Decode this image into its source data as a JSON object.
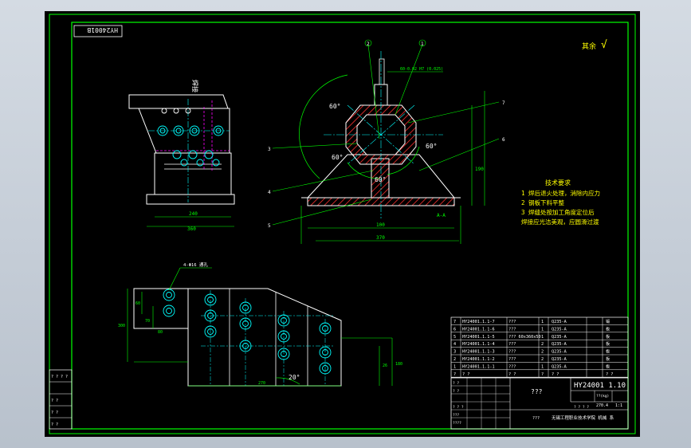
{
  "colors": {
    "background": "#000000",
    "frame": "#00ff00",
    "hatch": "#ff3030",
    "centerline": "#00ffff",
    "dimension": "#00ff00",
    "annotation": "#ffff00",
    "outline": "#ffffff",
    "hidden": "#ff00ff"
  },
  "drawing": {
    "top_code": "HY24001B",
    "finish_note": "其余",
    "finish_mark": "√",
    "tech_title": "技术要求",
    "tech_lines": [
      "1 焊后退火处理，消除内应力",
      "2 钢板下料平整",
      "3 焊缝处按加工角度定位后",
      "  焊接应光洁美观，应圆滑过渡"
    ],
    "front_view": {
      "angle_labels": [
        "60°",
        "60°",
        "60°",
        "60°"
      ],
      "dim_base": "370",
      "dim_inner": "100",
      "dim_height": "190",
      "tol_note": "60-0.02 H7 (0.025)",
      "callouts": [
        "1",
        "2",
        "3",
        "4",
        "5",
        "6",
        "7"
      ],
      "view_label": "A-A"
    },
    "side_view": {
      "section_label": "焊接",
      "dim_a": "240",
      "dim_b": "360"
    },
    "plan_view": {
      "hole_note": "4-Φ16 通孔",
      "angle": "20°",
      "dims": [
        "60",
        "70",
        "80",
        "300",
        "270",
        "26",
        "180"
      ]
    }
  },
  "bom": {
    "rows": [
      {
        "no": "7",
        "code": "HY24001.1.1-7",
        "name": "???",
        "qty": "1",
        "material": "Q235-A",
        "remark": "锻"
      },
      {
        "no": "6",
        "code": "HY24001.1.1-6",
        "name": "???",
        "qty": "1",
        "material": "Q235-A",
        "remark": "板"
      },
      {
        "no": "5",
        "code": "HY24001.1.1-5",
        "name": "??? 60x360x50",
        "qty": "1",
        "material": "Q235-A",
        "remark": "板"
      },
      {
        "no": "4",
        "code": "HY24001.1.1-4",
        "name": "???",
        "qty": "2",
        "material": "Q235-A",
        "remark": "板"
      },
      {
        "no": "3",
        "code": "HY24001.1.1-3",
        "name": "???",
        "qty": "2",
        "material": "Q235-A",
        "remark": "板"
      },
      {
        "no": "2",
        "code": "HY24001.1.1-2",
        "name": "???",
        "qty": "2",
        "material": "Q235-A",
        "remark": "板"
      },
      {
        "no": "1",
        "code": "HY24001.1.1-1",
        "name": "???",
        "qty": "1",
        "material": "Q235-A",
        "remark": "板"
      }
    ],
    "header_row": {
      "no": "?",
      "code": "? ?",
      "name": "? ?",
      "qty": "?",
      "material": "? ?",
      "remark": "? ?"
    }
  },
  "title_block": {
    "drawing_no": "HY24001 1.10",
    "title": "???",
    "weight_label": "??(kg)",
    "scale": "1:1",
    "weight": "270.4",
    "sheet": "? ? ? ?",
    "company": "???",
    "school": "无锡工程职业技术学院 机械 系"
  },
  "side_table": [
    "? ? ? ?",
    "",
    "? ?",
    "? ?",
    "? ?"
  ],
  "left_table": [
    "? ?",
    "? ?",
    "? ? ?",
    "???",
    "????"
  ]
}
